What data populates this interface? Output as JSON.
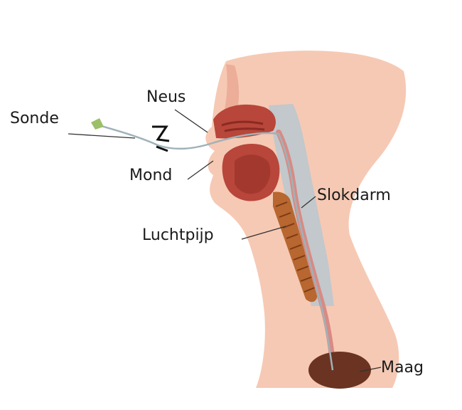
{
  "labels": {
    "sonde": "Sonde",
    "neus": "Neus",
    "mond": "Mond",
    "slokdarm": "Slokdarm",
    "luchtpijp": "Luchtpijp",
    "maag": "Maag"
  },
  "colors": {
    "skin": "#f6c9b4",
    "skin_shade": "#eaa791",
    "tissue": "#b8463a",
    "tissue_dark": "#8a2a22",
    "spine": "#b8c8cf",
    "trachea": "#b7672f",
    "tube": "#9fb2b8",
    "stomach": "#6a3322",
    "leader": "#333333"
  }
}
